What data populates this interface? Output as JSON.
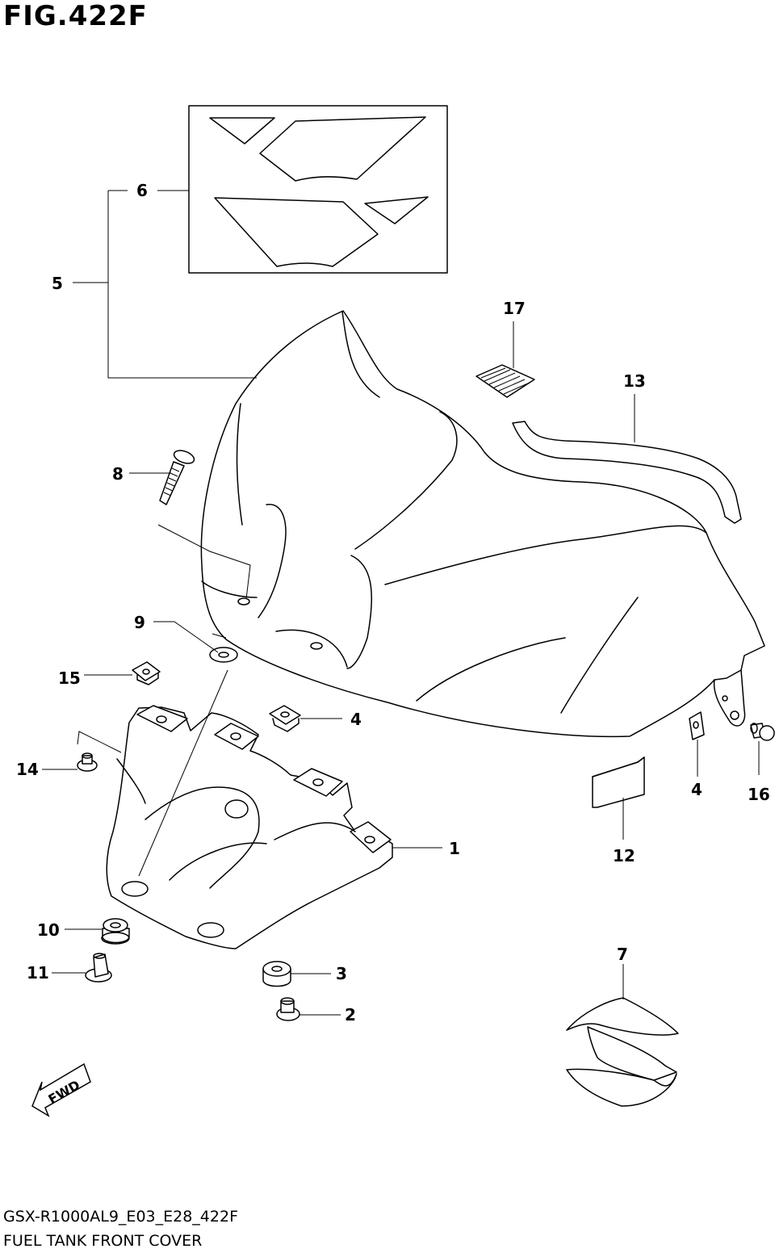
{
  "figure": {
    "title": "FIG.422F",
    "footer_code": "GSX-R1000AL9_E03_E28_422F",
    "footer_desc": "FUEL TANK FRONT COVER",
    "fwd_label": "FWD"
  },
  "callouts": [
    "1",
    "2",
    "3",
    "4",
    "4",
    "5",
    "6",
    "7",
    "8",
    "9",
    "10",
    "11",
    "12",
    "13",
    "14",
    "15",
    "16",
    "17"
  ]
}
